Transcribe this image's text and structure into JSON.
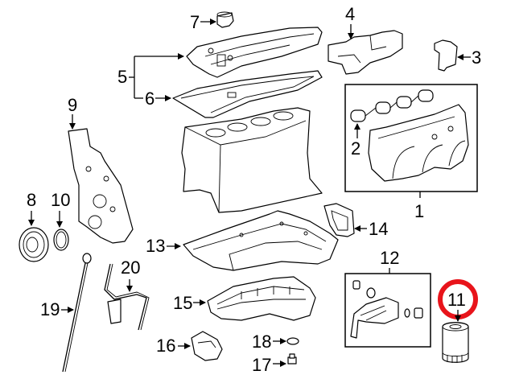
{
  "diagram": {
    "type": "exploded-parts-diagram",
    "subject": "engine block, oil pan and intake manifold components",
    "highlight_color": "#e8141b",
    "highlighted_callout": "11",
    "callouts": [
      {
        "id": "1",
        "label": "1",
        "part": "intake-manifold-assembly"
      },
      {
        "id": "2",
        "label": "2",
        "part": "intake-manifold-gasket"
      },
      {
        "id": "3",
        "label": "3",
        "part": "bracket"
      },
      {
        "id": "4",
        "label": "4",
        "part": "engine-cover"
      },
      {
        "id": "5",
        "label": "5",
        "part": "valve-cover-assembly"
      },
      {
        "id": "6",
        "label": "6",
        "part": "valve-cover-gasket"
      },
      {
        "id": "7",
        "label": "7",
        "part": "oil-filler-cap"
      },
      {
        "id": "8",
        "label": "8",
        "part": "crankshaft-pulley"
      },
      {
        "id": "9",
        "label": "9",
        "part": "timing-cover"
      },
      {
        "id": "10",
        "label": "10",
        "part": "front-crank-seal"
      },
      {
        "id": "11",
        "label": "11",
        "part": "oil-filter"
      },
      {
        "id": "12",
        "label": "12",
        "part": "oil-filter-housing-kit"
      },
      {
        "id": "13",
        "label": "13",
        "part": "upper-oil-pan"
      },
      {
        "id": "14",
        "label": "14",
        "part": "oil-strainer"
      },
      {
        "id": "15",
        "label": "15",
        "part": "lower-oil-pan"
      },
      {
        "id": "16",
        "label": "16",
        "part": "baffle-plate"
      },
      {
        "id": "17",
        "label": "17",
        "part": "drain-plug"
      },
      {
        "id": "18",
        "label": "18",
        "part": "drain-plug-gasket"
      },
      {
        "id": "19",
        "label": "19",
        "part": "oil-dipstick"
      },
      {
        "id": "20",
        "label": "20",
        "part": "dipstick-tube"
      }
    ]
  }
}
